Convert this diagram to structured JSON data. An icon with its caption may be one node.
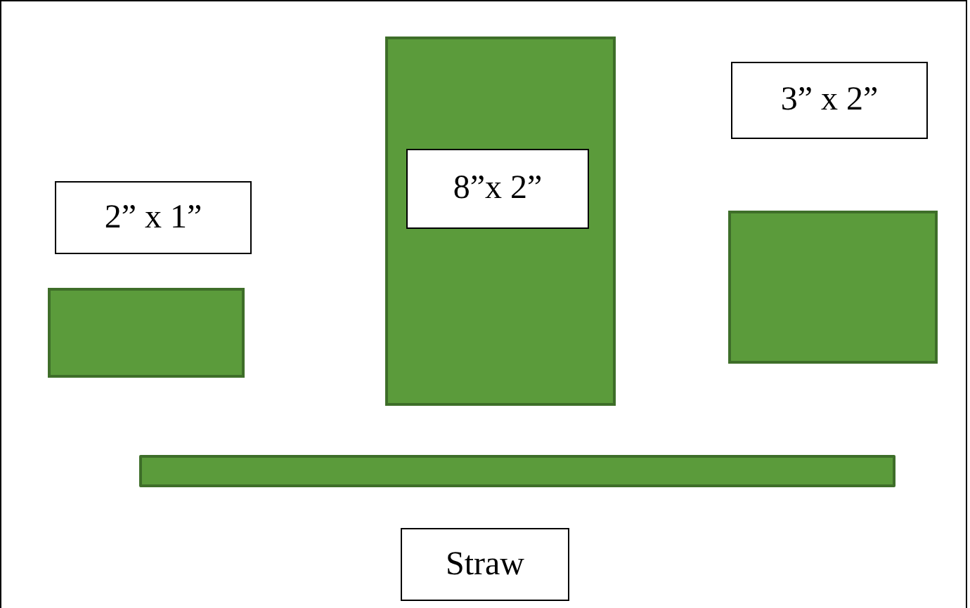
{
  "diagram": {
    "nodes": [
      {
        "text": [
          "2” x 1”"
        ]
      },
      {
        "text": [],
        "shape": "box"
      },
      {
        "text": [],
        "shape": "box"
      },
      {
        "text": [
          "8”x 2”"
        ],
        "in": 2
      },
      {
        "text": [
          "3” x 2”"
        ]
      },
      {
        "text": [],
        "shape": "box"
      },
      {
        "text": [],
        "shape": "bar"
      },
      {
        "text": [
          "Straw"
        ]
      }
    ],
    "edges": []
  }
}
